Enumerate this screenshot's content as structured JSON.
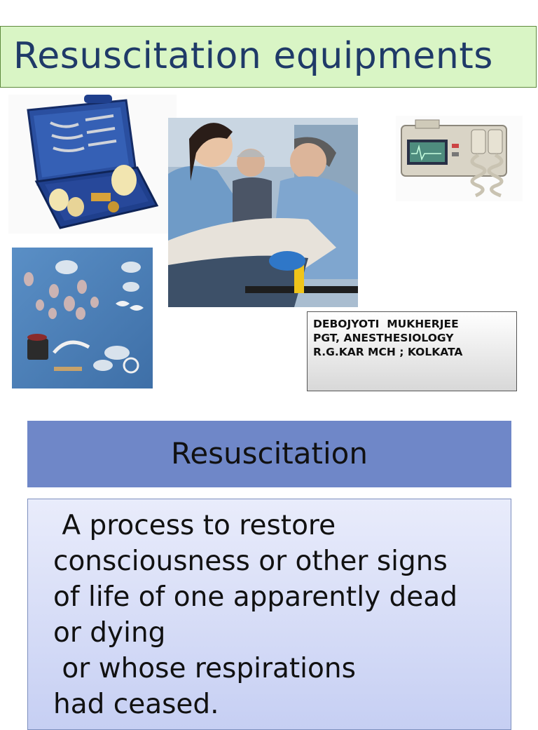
{
  "slide": {
    "title": "Resuscitation equipments"
  },
  "images": {
    "kit_case": "laryngoscope-kit-case-image",
    "ambu_bags": "bag-valve-mask-set-image",
    "resus_team": "resuscitation-team-photo",
    "defibrillator": "defibrillator-image"
  },
  "credit": {
    "name": "DEBOJYOTI  MUKHERJEE",
    "position": "PGT, ANESTHESIOLOGY",
    "institution": "R.G.KAR MCH ; KOLKATA"
  },
  "section": {
    "heading": "Resuscitation"
  },
  "definition": {
    "text": " A process to restore\nconsciousness or other signs\nof life of one apparently dead\nor dying\n or whose respirations\nhad ceased."
  },
  "colors": {
    "title_bg": "#d9f5c5",
    "title_text": "#1f3a68",
    "section_bg": "#6f87c8",
    "definition_bg": "#dde2f8"
  }
}
